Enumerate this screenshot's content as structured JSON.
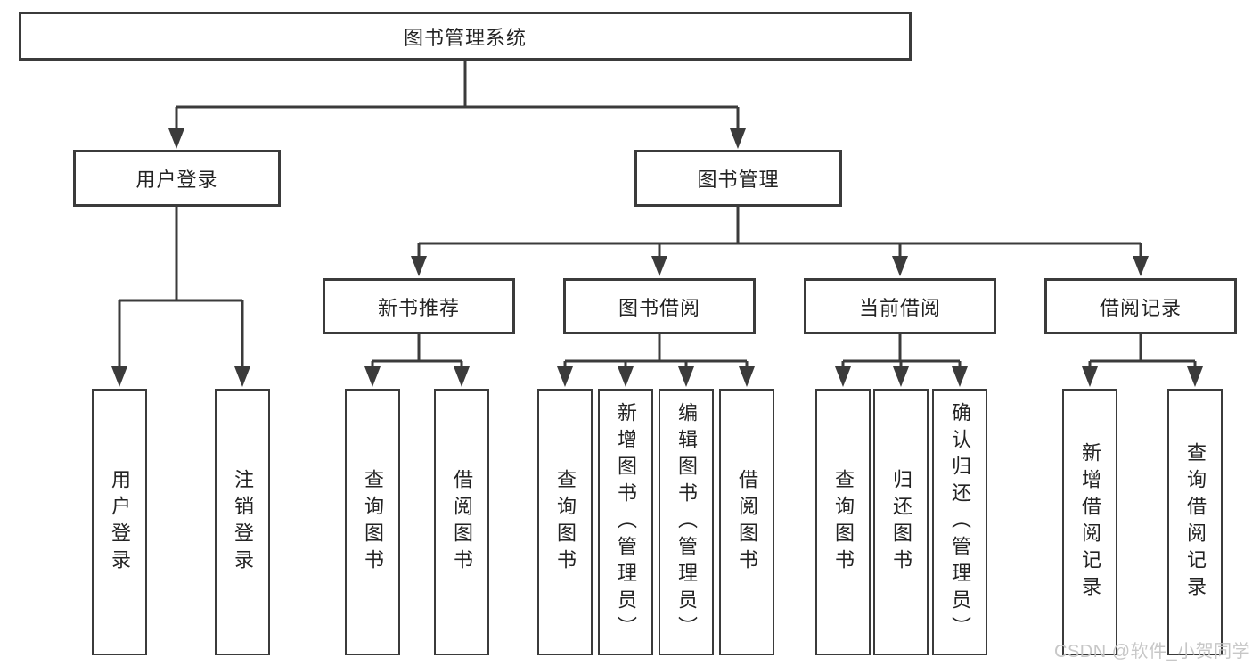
{
  "diagram_title": "图书管理系统",
  "colors": {
    "line": "#3b3b3b",
    "box_border": "#3b3b3b",
    "text": "#232323",
    "background": "#ffffff",
    "watermark": "#c4c4c4"
  },
  "nodes": {
    "root": "图书管理系统",
    "user_login_group": "用户登录",
    "book_mgmt_group": "图书管理",
    "leaf_user_login": "用户登录",
    "leaf_logout": "注销登录",
    "new_book_recommend": "新书推荐",
    "book_borrow": "图书借阅",
    "current_borrow": "当前借阅",
    "borrow_record": "借阅记录",
    "nb_query_books": "查询图书",
    "nb_borrow_books": "借阅图书",
    "bb_query_books": "查询图书",
    "bb_add_books": "新增图书（管理员）",
    "bb_edit_books": "编辑图书（管理员）",
    "bb_borrow_books": "借阅图书",
    "cb_query_books": "查询图书",
    "cb_return_books": "归还图书",
    "cb_confirm_return": "确认归还（管理员）",
    "br_add_record": "新增借阅记录",
    "br_query_record": "查询借阅记录"
  },
  "watermark": "CSDN @软件_小贺同学"
}
